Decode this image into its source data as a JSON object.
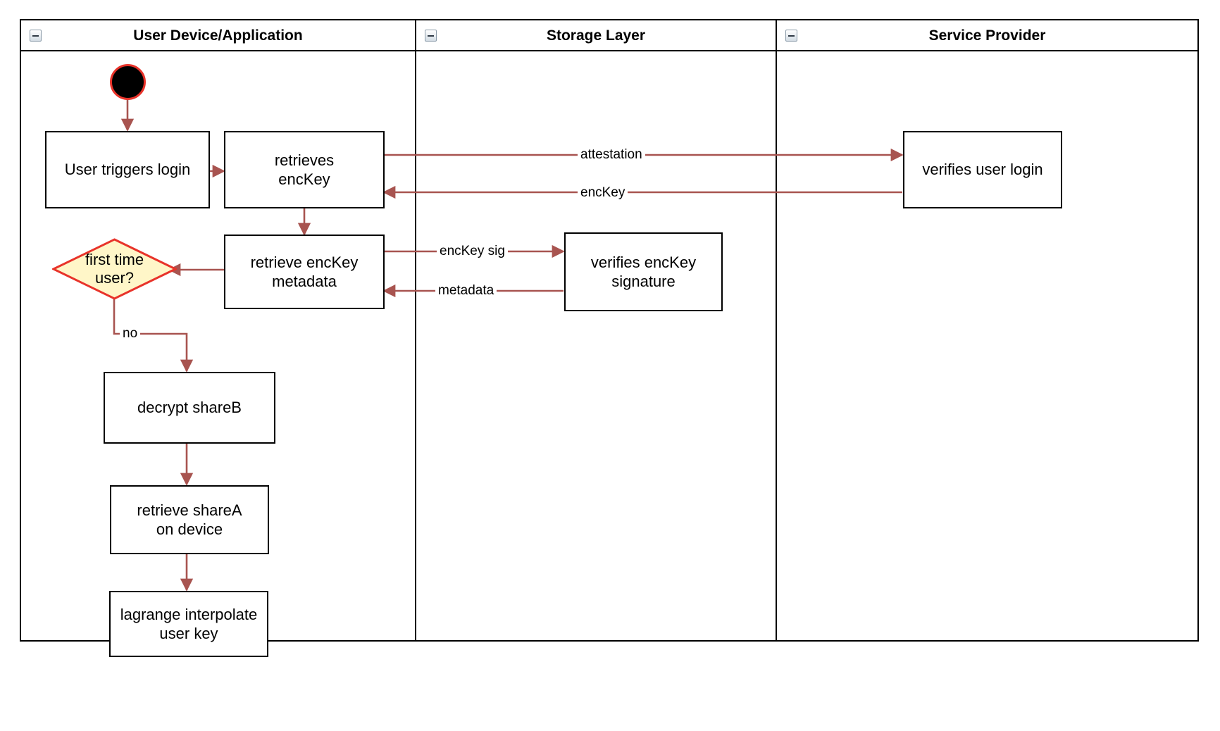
{
  "diagram": {
    "type": "swimlane-activity-diagram",
    "accent_edge_color": "#a85450",
    "decision_fill": "#fff6c8",
    "decision_stroke": "#e8332a",
    "start_fill": "#000000",
    "start_stroke": "#e8332a",
    "node_stroke": "#000000",
    "background": "#ffffff"
  },
  "lanes": [
    {
      "id": "lane-user-device",
      "title": "User Device/Application",
      "collapse_icon": "collapse-minus-icon"
    },
    {
      "id": "lane-storage",
      "title": "Storage Layer",
      "collapse_icon": "collapse-minus-icon"
    },
    {
      "id": "lane-service-provider",
      "title": "Service Provider",
      "collapse_icon": "collapse-minus-icon"
    }
  ],
  "nodes": [
    {
      "id": "start",
      "lane": "lane-user-device",
      "shape": "initial-node",
      "label": ""
    },
    {
      "id": "user-triggers-login",
      "lane": "lane-user-device",
      "shape": "rectangle",
      "label": "User triggers login"
    },
    {
      "id": "retrieves-enckey",
      "lane": "lane-user-device",
      "shape": "rectangle",
      "label": "retrieves\nencKey"
    },
    {
      "id": "retrieve-enckey-metadata",
      "lane": "lane-user-device",
      "shape": "rectangle",
      "label": "retrieve encKey\nmetadata"
    },
    {
      "id": "first-time-user",
      "lane": "lane-user-device",
      "shape": "diamond",
      "label": "first time\nuser?"
    },
    {
      "id": "decrypt-shareb",
      "lane": "lane-user-device",
      "shape": "rectangle",
      "label": "decrypt shareB"
    },
    {
      "id": "retrieve-sharea-on-device",
      "lane": "lane-user-device",
      "shape": "rectangle",
      "label": "retrieve shareA\non device"
    },
    {
      "id": "lagrange-interpolate-user-key",
      "lane": "lane-user-device",
      "shape": "rectangle",
      "label": "lagrange interpolate\nuser key"
    },
    {
      "id": "verifies-enckey-signature",
      "lane": "lane-storage",
      "shape": "rectangle",
      "label": "verifies encKey\nsignature"
    },
    {
      "id": "verifies-user-login",
      "lane": "lane-service-provider",
      "shape": "rectangle",
      "label": "verifies user login"
    }
  ],
  "edges": [
    {
      "id": "edge-start-to-login",
      "from": "start",
      "to": "user-triggers-login",
      "label": ""
    },
    {
      "id": "edge-login-to-retrieves",
      "from": "user-triggers-login",
      "to": "retrieves-enckey",
      "label": ""
    },
    {
      "id": "edge-attestation",
      "from": "retrieves-enckey",
      "to": "verifies-user-login",
      "label": "attestation"
    },
    {
      "id": "edge-enckey",
      "from": "verifies-user-login",
      "to": "retrieves-enckey",
      "label": "encKey"
    },
    {
      "id": "edge-retrieves-to-metadata",
      "from": "retrieves-enckey",
      "to": "retrieve-enckey-metadata",
      "label": ""
    },
    {
      "id": "edge-enckey-sig",
      "from": "retrieve-enckey-metadata",
      "to": "verifies-enckey-signature",
      "label": "encKey sig"
    },
    {
      "id": "edge-metadata",
      "from": "verifies-enckey-signature",
      "to": "retrieve-enckey-metadata",
      "label": "metadata"
    },
    {
      "id": "edge-metadata-to-decision",
      "from": "retrieve-enckey-metadata",
      "to": "first-time-user",
      "label": ""
    },
    {
      "id": "edge-decision-no",
      "from": "first-time-user",
      "to": "decrypt-shareb",
      "label": "no"
    },
    {
      "id": "edge-decrypt-to-sharea",
      "from": "decrypt-shareb",
      "to": "retrieve-sharea-on-device",
      "label": ""
    },
    {
      "id": "edge-sharea-to-lagrange",
      "from": "retrieve-sharea-on-device",
      "to": "lagrange-interpolate-user-key",
      "label": ""
    }
  ]
}
